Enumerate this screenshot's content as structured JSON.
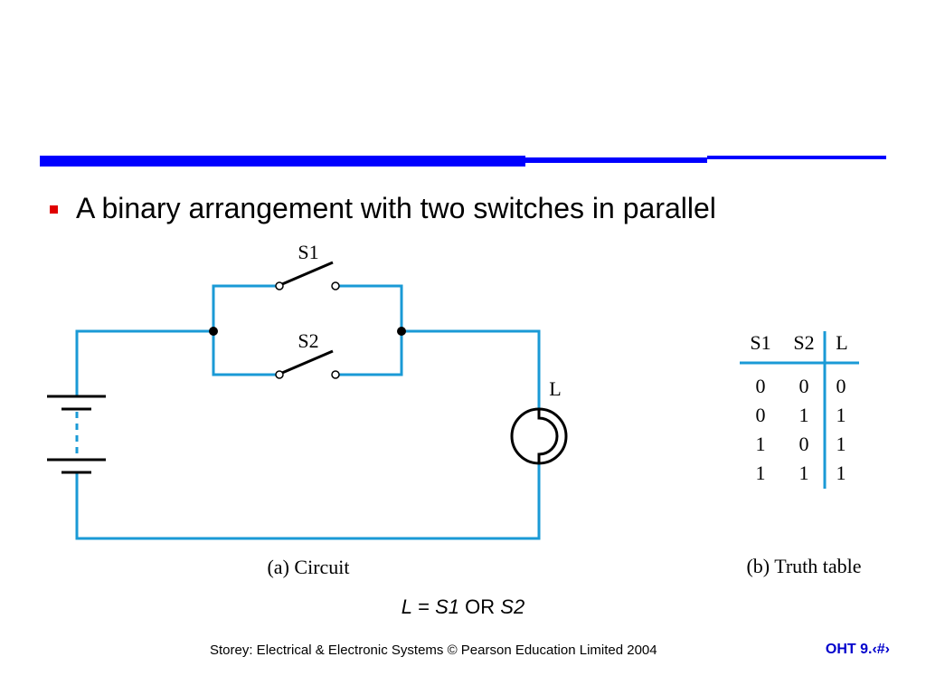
{
  "slide": {
    "bullet": "A binary arrangement with two switches in parallel",
    "formula": {
      "l": "L",
      "eq": " = ",
      "s1": "S1",
      "op": " OR ",
      "s2": "S2"
    },
    "footer_left": "Storey: Electrical & Electronic Systems © Pearson Education Limited 2004",
    "footer_right": "OHT 9.‹#›"
  },
  "circuit": {
    "switch1_label": "S1",
    "switch2_label": "S2",
    "lamp_label": "L",
    "caption": "(a) Circuit"
  },
  "truth_table": {
    "headers": [
      "S1",
      "S2",
      "L"
    ],
    "rows": [
      [
        "0",
        "0",
        "0"
      ],
      [
        "0",
        "1",
        "1"
      ],
      [
        "1",
        "0",
        "1"
      ],
      [
        "1",
        "1",
        "1"
      ]
    ],
    "caption": "(b) Truth table"
  },
  "colors": {
    "wire": "#1a9ad6",
    "rule": "#0000ff",
    "bullet": "#e00000",
    "page_number": "#0000cc"
  }
}
